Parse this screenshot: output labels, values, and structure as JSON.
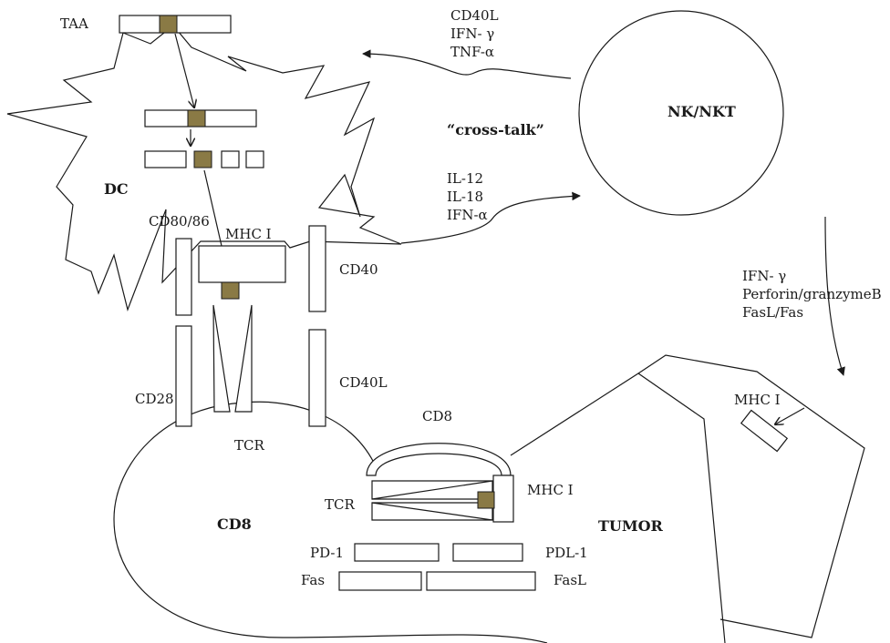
{
  "colors": {
    "antigen_fill": "#8a7a45",
    "stroke": "#1a1a1a",
    "background": "#ffffff"
  },
  "labels": {
    "taa": "TAA",
    "dc": "DC",
    "cd80_86": "CD80/86",
    "mhc1_dc": "MHC I",
    "cd40": "CD40",
    "cd28": "CD28",
    "cd40l": "CD40L",
    "tcr_top": "TCR",
    "cd8_coreceptor": "CD8",
    "cd8_cell": "CD8",
    "tcr_bottom": "TCR",
    "mhc1_tumor": "MHC I",
    "mhc1_tumor_upper": "MHC I",
    "tumor": "TUMOR",
    "pd1": "PD-1",
    "pdl1": "PDL-1",
    "fas": "Fas",
    "fasl": "FasL",
    "nk_nkt": "NK/NKT",
    "cross_talk": "“cross-talk”"
  },
  "nk_to_dc_signals": [
    "CD40L",
    "IFN- γ",
    "TNF-α"
  ],
  "dc_to_nk_signals": [
    "IL-12",
    "IL-18",
    "IFN-α"
  ],
  "nk_to_tumor_signals": [
    "IFN- γ",
    "Perforin/granzymeB",
    "FasL/Fas"
  ]
}
